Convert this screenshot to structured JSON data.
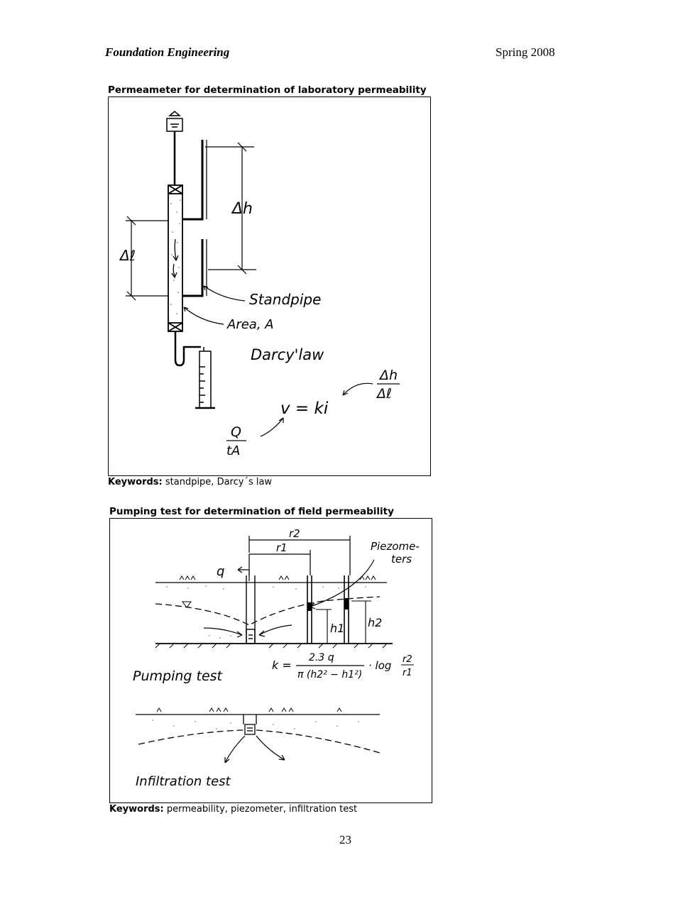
{
  "header": {
    "course": "Foundation Engineering",
    "term": "Spring 2008"
  },
  "figures": [
    {
      "title": "Permeameter for determination of laboratory permeability",
      "labels": {
        "delta_h": "Δh",
        "delta_l": "Δℓ",
        "standpipe": "Standpipe",
        "area": "Area, A",
        "darcy": "Darcy'law",
        "equation": "v = ki",
        "gradient_num": "Δh",
        "gradient_den": "Δℓ",
        "flow_num": "Q",
        "flow_den": "tA"
      },
      "keywords_label": "Keywords:",
      "keywords": " standpipe, Darcy´s law"
    },
    {
      "title": "Pumping test for determination of field permeability",
      "labels": {
        "r2": "r2",
        "r1": "r1",
        "q": "q",
        "piezometers_1": "Piezome-",
        "piezometers_2": "ters",
        "h1": "h1",
        "h2": "h2",
        "pumping_test": "Pumping test",
        "formula_k": "k =",
        "formula_num": "2.3 q",
        "formula_den": "π (h2² − h1²)",
        "formula_log": "· log",
        "formula_ratio_num": "r2",
        "formula_ratio_den": "r1",
        "infiltration_test": "Infiltration test"
      },
      "keywords_label": "Keywords:",
      "keywords": " permeability, piezometer, infiltration test"
    }
  ],
  "page_number": "23"
}
